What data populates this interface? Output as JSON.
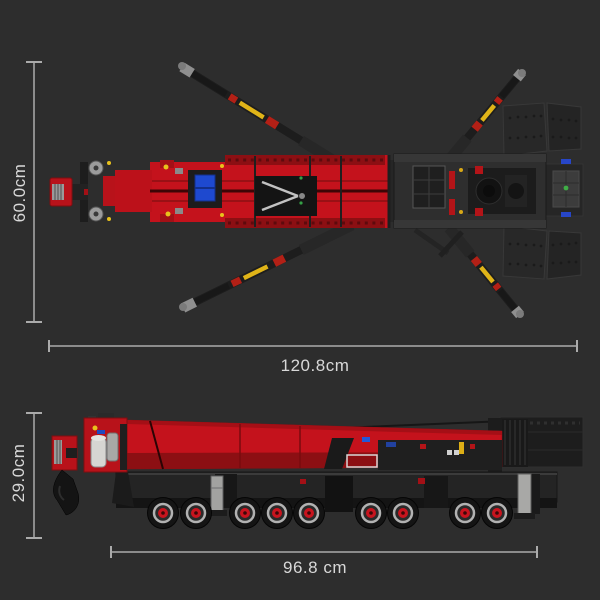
{
  "scene": {
    "background_color": "#2d2d2d",
    "content": "toy-crane-truck-dimension-diagram",
    "views": [
      "top-view",
      "side-view"
    ]
  },
  "dimensions": {
    "top_view": {
      "width": "120.8cm",
      "height": "60.0cm"
    },
    "side_view": {
      "length": "96.8 cm",
      "height": "29.0cm"
    }
  },
  "colors": {
    "background": "#2d2d2d",
    "dimension_line": "#ababab",
    "label_text": "#d8d8d8",
    "model_red": "#c4121c",
    "model_dark_red": "#8c0f13",
    "model_black": "#1d1d1d",
    "metal_gray": "#a8a8a6",
    "accent_yellow": "#e8c11c",
    "accent_blue": "#1e49cf",
    "accent_green": "#3fae46",
    "wheel_hub_red": "#c8141e"
  }
}
